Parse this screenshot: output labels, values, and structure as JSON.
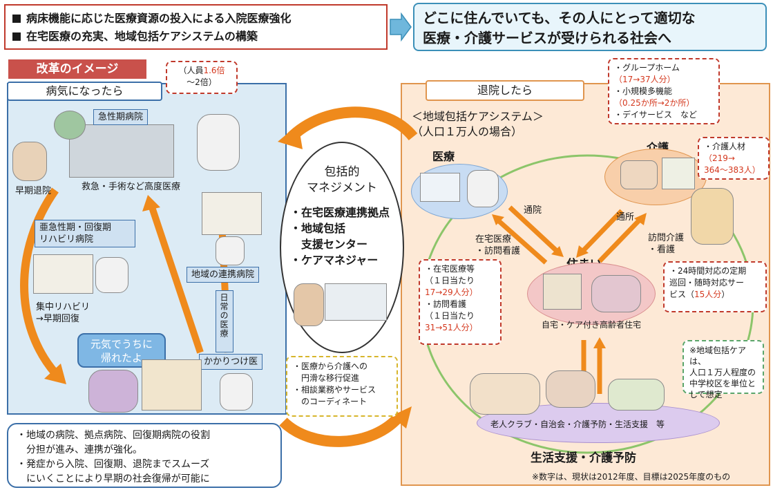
{
  "header": {
    "left_lines": [
      "病床機能に応じた医療資源の投入による入院医療強化",
      "在宅医療の充実、地域包括ケアシステムの構築"
    ],
    "right_lines": [
      "どこに住んでいても、その人にとって適切な",
      "医療・介護サービスが受けられる社会へ"
    ]
  },
  "reform_label": "改革のイメージ",
  "left": {
    "title": "病気になったら",
    "staff_note": {
      "prefix": "（人員",
      "value": "1.6倍",
      "suffix": "〜2倍）"
    },
    "acute_hospital": "急性期病院",
    "acute_caption": "救急・手術など高度医療",
    "early_discharge": "早期退院",
    "subacute_label": [
      "亜急性期・回復期",
      "リハビリ病院"
    ],
    "rehab_caption": [
      "集中リハビリ",
      "→早期回復"
    ],
    "regional_hospital": "地域の連携病院",
    "daily_care": "日常の医療",
    "family_doctor": "かかりつけ医",
    "speech_bubble": [
      "元気でうちに",
      "帰れたよ"
    ],
    "bottom_notes": [
      "・地域の病院、拠点病院、回復期病院の役割",
      "　分担が進み、連携が強化。",
      "・発症から入院、回復期、退院までスムーズ",
      "　にいくことにより早期の社会復帰が可能に"
    ]
  },
  "center": {
    "oval_title": [
      "包括的",
      "マネジメント"
    ],
    "oval_items": [
      "・在宅医療連携拠点",
      "・地域包括",
      "　支援センター",
      "・ケアマネジャー"
    ],
    "coord_notes": [
      "・医療から介護への",
      "　円滑な移行促進",
      "・相談業務やサービス",
      "　のコーディネート"
    ]
  },
  "right": {
    "title": "退院したら",
    "system_title": [
      "＜地域包括ケアシステム＞",
      "（人口１万人の場合）"
    ],
    "medical": "医療",
    "care": "介護",
    "home": "住まい",
    "life_support": "生活支援・介護予防",
    "outpatient": "通院",
    "commute_care": "通所",
    "home_medical": [
      "在宅医療",
      "・訪問看護"
    ],
    "visit_care": [
      "訪問介護",
      "・看護"
    ],
    "home_caption": "自宅・ケア付き高齢者住宅",
    "community_caption": "老人クラブ・自治会・介護予防・生活支援　等",
    "group_home_box": {
      "l1": "・グループホーム",
      "l2": "（17→37人分）",
      "l3": "・小規模多機能",
      "l4": "（0.25か所→2か所）",
      "l5": "・デイサービス　など"
    },
    "care_staff_box": {
      "l1": "・介護人材",
      "l2": "（219→",
      "l3": "364〜383人）"
    },
    "home_medical_box": {
      "l1": "・在宅医療等",
      "l2": "（１日当たり",
      "l3": "17→29人分）",
      "l4": "・訪問看護",
      "l5": "（１日当たり",
      "l6": "31→51人分）"
    },
    "patrol_box": {
      "l1": "・24時間対応の定期",
      "l2": "巡回・随時対応サー",
      "l3": "ビス（",
      "l3_red": "15人分",
      "l3_end": "）"
    },
    "region_note": [
      "※地域包括ケアは、",
      "人口１万人程度の",
      "中学校区を単位と",
      "して想定"
    ],
    "footnote": "※数字は、現状は2012年度、目標は2025年度のもの"
  },
  "colors": {
    "accent_red": "#d4381e",
    "panel_blue": "#dcebf5",
    "panel_orange": "#fde9d6",
    "arrow_orange": "#ef8a1c"
  }
}
